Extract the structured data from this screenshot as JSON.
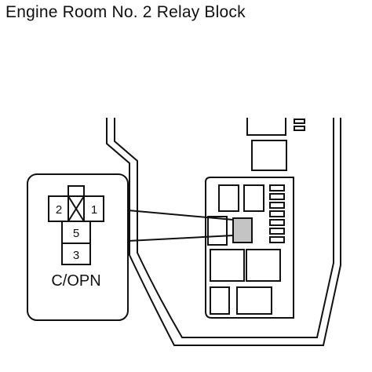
{
  "title": "Engine Room No. 2 Relay Block",
  "connector": {
    "name": "C/OPN",
    "pins": {
      "left": "2",
      "right": "1",
      "middle": "5",
      "bottom": "3"
    }
  },
  "colors": {
    "highlight": "#c4c4c4",
    "line": "#111111",
    "background": "#ffffff"
  }
}
